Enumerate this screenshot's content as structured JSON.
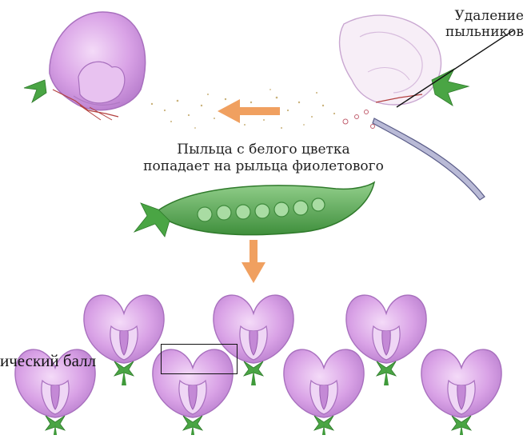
{
  "labels": {
    "anther_removal_line1": "Удаление",
    "anther_removal_line2": "пыльников",
    "caption_line1": "Пыльца с белого цветка",
    "caption_line2": "попадает на рыльца фиолетового",
    "overlay_text": "ический балл"
  },
  "colors": {
    "petal": "#d9a2e6",
    "petal_dark": "#a65fbf",
    "petal_light": "#efd6f5",
    "stem": "#3f9a3a",
    "pod": "#6fb86a",
    "pod_dark": "#3e8a3c",
    "arrow": "#f0a060",
    "white_flower": "#f7eef7"
  }
}
